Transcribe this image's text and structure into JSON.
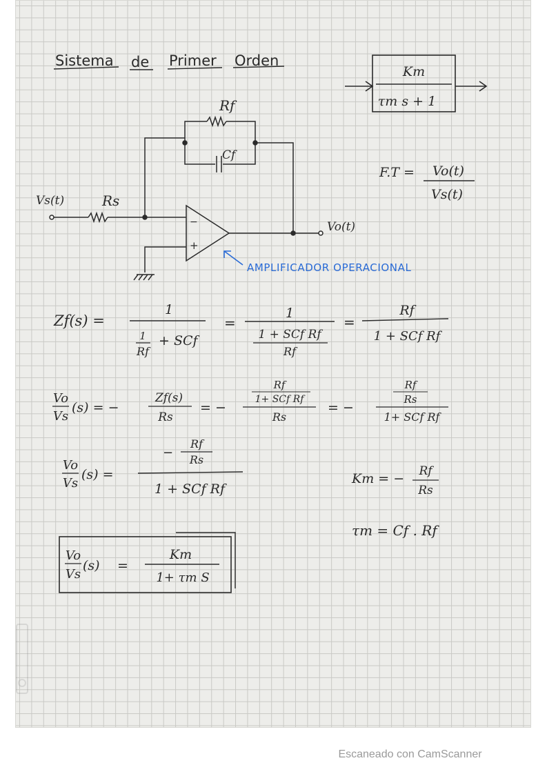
{
  "title": {
    "w1": "Sistema",
    "w2": "de",
    "w3": "Primer",
    "w4": "Orden"
  },
  "block": {
    "numerator": "Km",
    "denominator": "τm s + 1"
  },
  "circuit": {
    "rf": "Rf",
    "cf": "Cf",
    "vs": "Vs(t)",
    "rs": "Rs",
    "minus": "−",
    "plus": "+",
    "vo": "Vo(t)",
    "amp_label": "AMPLIFICADOR OPERACIONAL"
  },
  "ft": {
    "label": "F.T =",
    "num": "Vo(t)",
    "den": "Vs(t)"
  },
  "eq1": {
    "lhs": "Zf(s) =",
    "f1_num": "1",
    "f1_den_a_num": "1",
    "f1_den_a_den": "Rf",
    "f1_den_b": "+ SCf",
    "eq_a": "=",
    "f2_num": "1",
    "f2_den_num": "1 + SCf Rf",
    "f2_den_den": "Rf",
    "eq_b": "=",
    "f3_num": "Rf",
    "f3_den": "1 + SCf Rf"
  },
  "eq2": {
    "lhs_num": "Vo",
    "lhs_den": "Vs",
    "lhs_arg": "(s) = −",
    "f1_num": "Zf(s)",
    "f1_den": "Rs",
    "eq_a": "= −",
    "f2_num_num": "Rf",
    "f2_num_den": "1+ SCf Rf",
    "f2_den": "Rs",
    "eq_b": "= −",
    "f3_num_num": "Rf",
    "f3_num_den": "Rs",
    "f3_den": "1+ SCf Rf"
  },
  "eq3": {
    "lhs_num": "Vo",
    "lhs_den": "Vs",
    "lhs_arg": "(s) =",
    "num_sign": "−",
    "num_num": "Rf",
    "num_den": "Rs",
    "den": "1 + SCf Rf"
  },
  "km": {
    "label": "Km = −",
    "num": "Rf",
    "den": "Rs"
  },
  "tau": {
    "text": "τm = Cf . Rf"
  },
  "result": {
    "lhs_num": "Vo",
    "lhs_den": "Vs",
    "lhs_arg": "(s)",
    "eq": "=",
    "num": "Km",
    "den": "1+ τm S"
  },
  "watermark": {
    "text": "Escaneado con CamScanner"
  }
}
